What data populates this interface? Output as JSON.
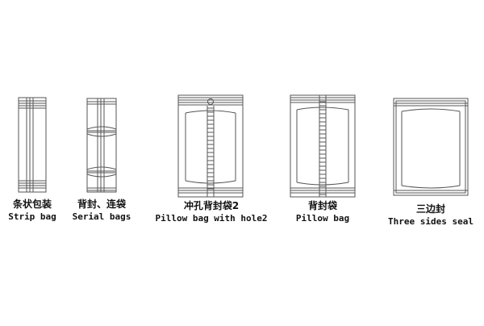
{
  "diagram": {
    "items": [
      {
        "id": "strip",
        "zh": "条状包装",
        "en": "Strip bag"
      },
      {
        "id": "serial",
        "zh": "背封、连袋",
        "en": "Serial bags"
      },
      {
        "id": "pillow-hole",
        "zh": "冲孔背封袋2",
        "en": "Pillow bag with hole2"
      },
      {
        "id": "pillow",
        "zh": "背封袋",
        "en": "Pillow bag"
      },
      {
        "id": "three-side",
        "zh": "三边封",
        "en": "Three sides seal"
      }
    ],
    "colors": {
      "line": "#555555",
      "background": "#ffffff"
    }
  }
}
